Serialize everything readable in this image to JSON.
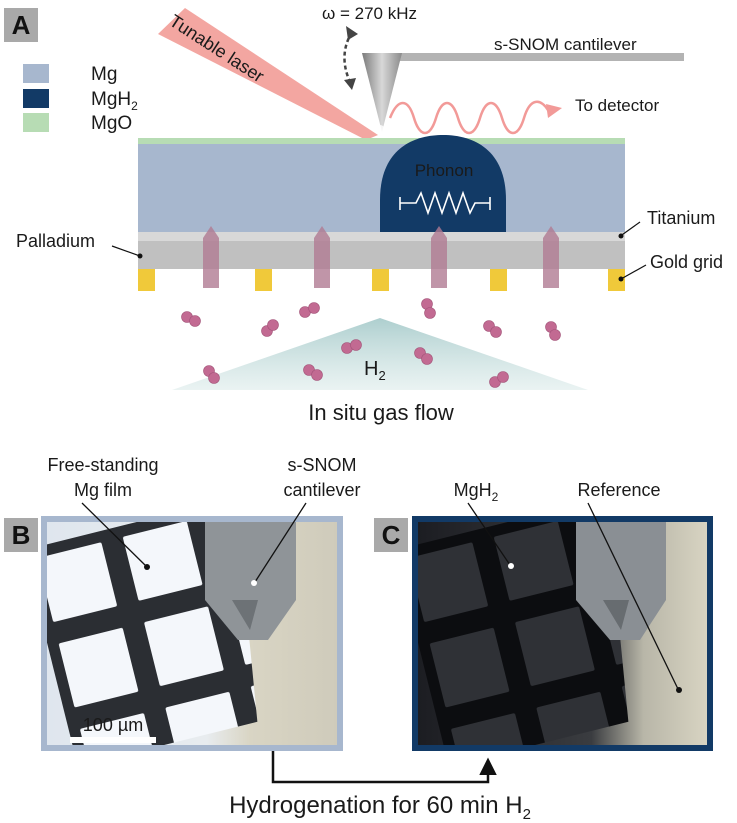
{
  "panels": {
    "a": {
      "label": "A"
    },
    "b": {
      "label": "B"
    },
    "c": {
      "label": "C"
    }
  },
  "legend": {
    "mg": {
      "label": "Mg",
      "color": "#a7b7ce"
    },
    "mgh2": {
      "label": "MgH",
      "sub": "2",
      "color": "#123a66"
    },
    "mgo": {
      "label": "MgO",
      "color": "#b7dcb4"
    }
  },
  "schematic": {
    "frequency": "ω = 270 kHz",
    "cantilever": "s-SNOM cantilever",
    "laser": "Tunable laser",
    "detector": "To detector",
    "phonon": "Phonon",
    "titanium": "Titanium",
    "palladium": "Palladium",
    "gold_grid": "Gold grid",
    "h2": "H",
    "h2_sub": "2",
    "gas_flow": "In situ gas flow"
  },
  "micrographs": {
    "b_label_film_1": "Free-standing",
    "b_label_film_2": "Mg film",
    "b_label_cant_1": "s-SNOM",
    "b_label_cant_2": "cantilever",
    "scale_bar": "100 µm",
    "c_label_mgh2": "MgH",
    "c_label_mgh2_sub": "2",
    "c_label_reference": "Reference"
  },
  "process": {
    "label": "Hydrogenation for 60 min H",
    "label_sub": "2"
  },
  "colors": {
    "mg": "#a7b7ce",
    "mgh2": "#123a66",
    "mgo": "#b7dcb4",
    "gold": "#f0c93a",
    "h2_molecule": "#c26a92",
    "laser": "#f3a6a1",
    "gas_flow_text": "#2f7f7a"
  }
}
